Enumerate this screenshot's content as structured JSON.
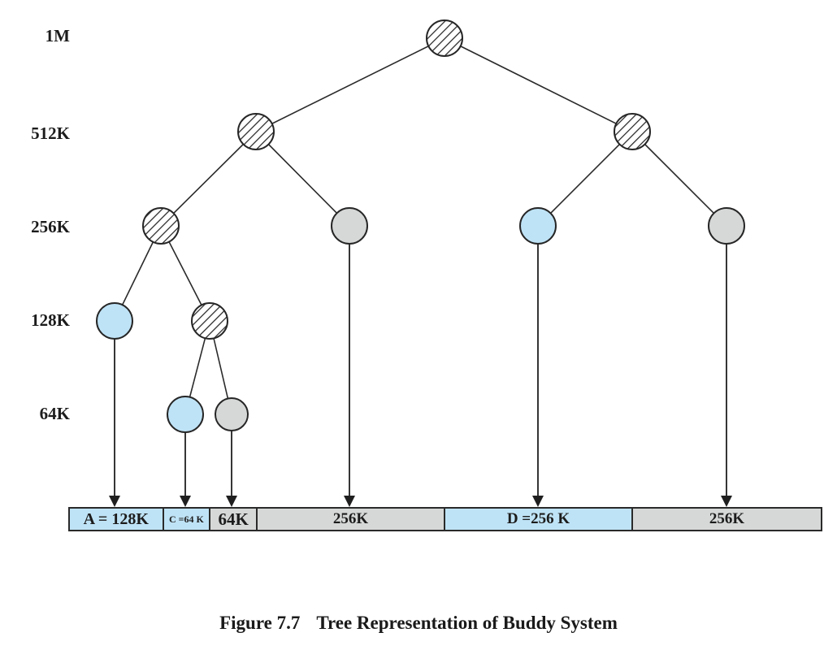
{
  "figure": {
    "number": "Figure 7.7",
    "title": "Tree Representation of Buddy System"
  },
  "axis": {
    "levels": [
      {
        "label": "1M"
      },
      {
        "label": "512K"
      },
      {
        "label": "256K"
      },
      {
        "label": "128K"
      },
      {
        "label": "64K"
      }
    ]
  },
  "tree": {
    "nodes": [
      {
        "id": "root",
        "size": "1M",
        "state": "split"
      },
      {
        "id": "left",
        "size": "512K",
        "state": "split"
      },
      {
        "id": "right",
        "size": "512K",
        "state": "split"
      },
      {
        "id": "left-left",
        "size": "256K",
        "state": "split"
      },
      {
        "id": "left-right",
        "size": "256K",
        "state": "free"
      },
      {
        "id": "right-left",
        "size": "256K",
        "state": "allocated"
      },
      {
        "id": "right-right",
        "size": "256K",
        "state": "free"
      },
      {
        "id": "block-a",
        "size": "128K",
        "state": "allocated"
      },
      {
        "id": "split-128k",
        "size": "128K",
        "state": "split"
      },
      {
        "id": "block-c",
        "size": "64K",
        "state": "allocated"
      },
      {
        "id": "free-64k",
        "size": "64K",
        "state": "free"
      }
    ]
  },
  "memory_bar": {
    "segments": [
      {
        "label": "A = 128K",
        "state": "allocated"
      },
      {
        "label": "C =64 K",
        "state": "allocated"
      },
      {
        "label": "64K",
        "state": "free"
      },
      {
        "label": "256K",
        "state": "free"
      },
      {
        "label": "D =256 K",
        "state": "allocated"
      },
      {
        "label": "256K",
        "state": "free"
      }
    ]
  },
  "colors": {
    "allocated_blue": "#bfe3f6",
    "free_gray": "#d6d8d7",
    "line": "#2a2a2a"
  }
}
